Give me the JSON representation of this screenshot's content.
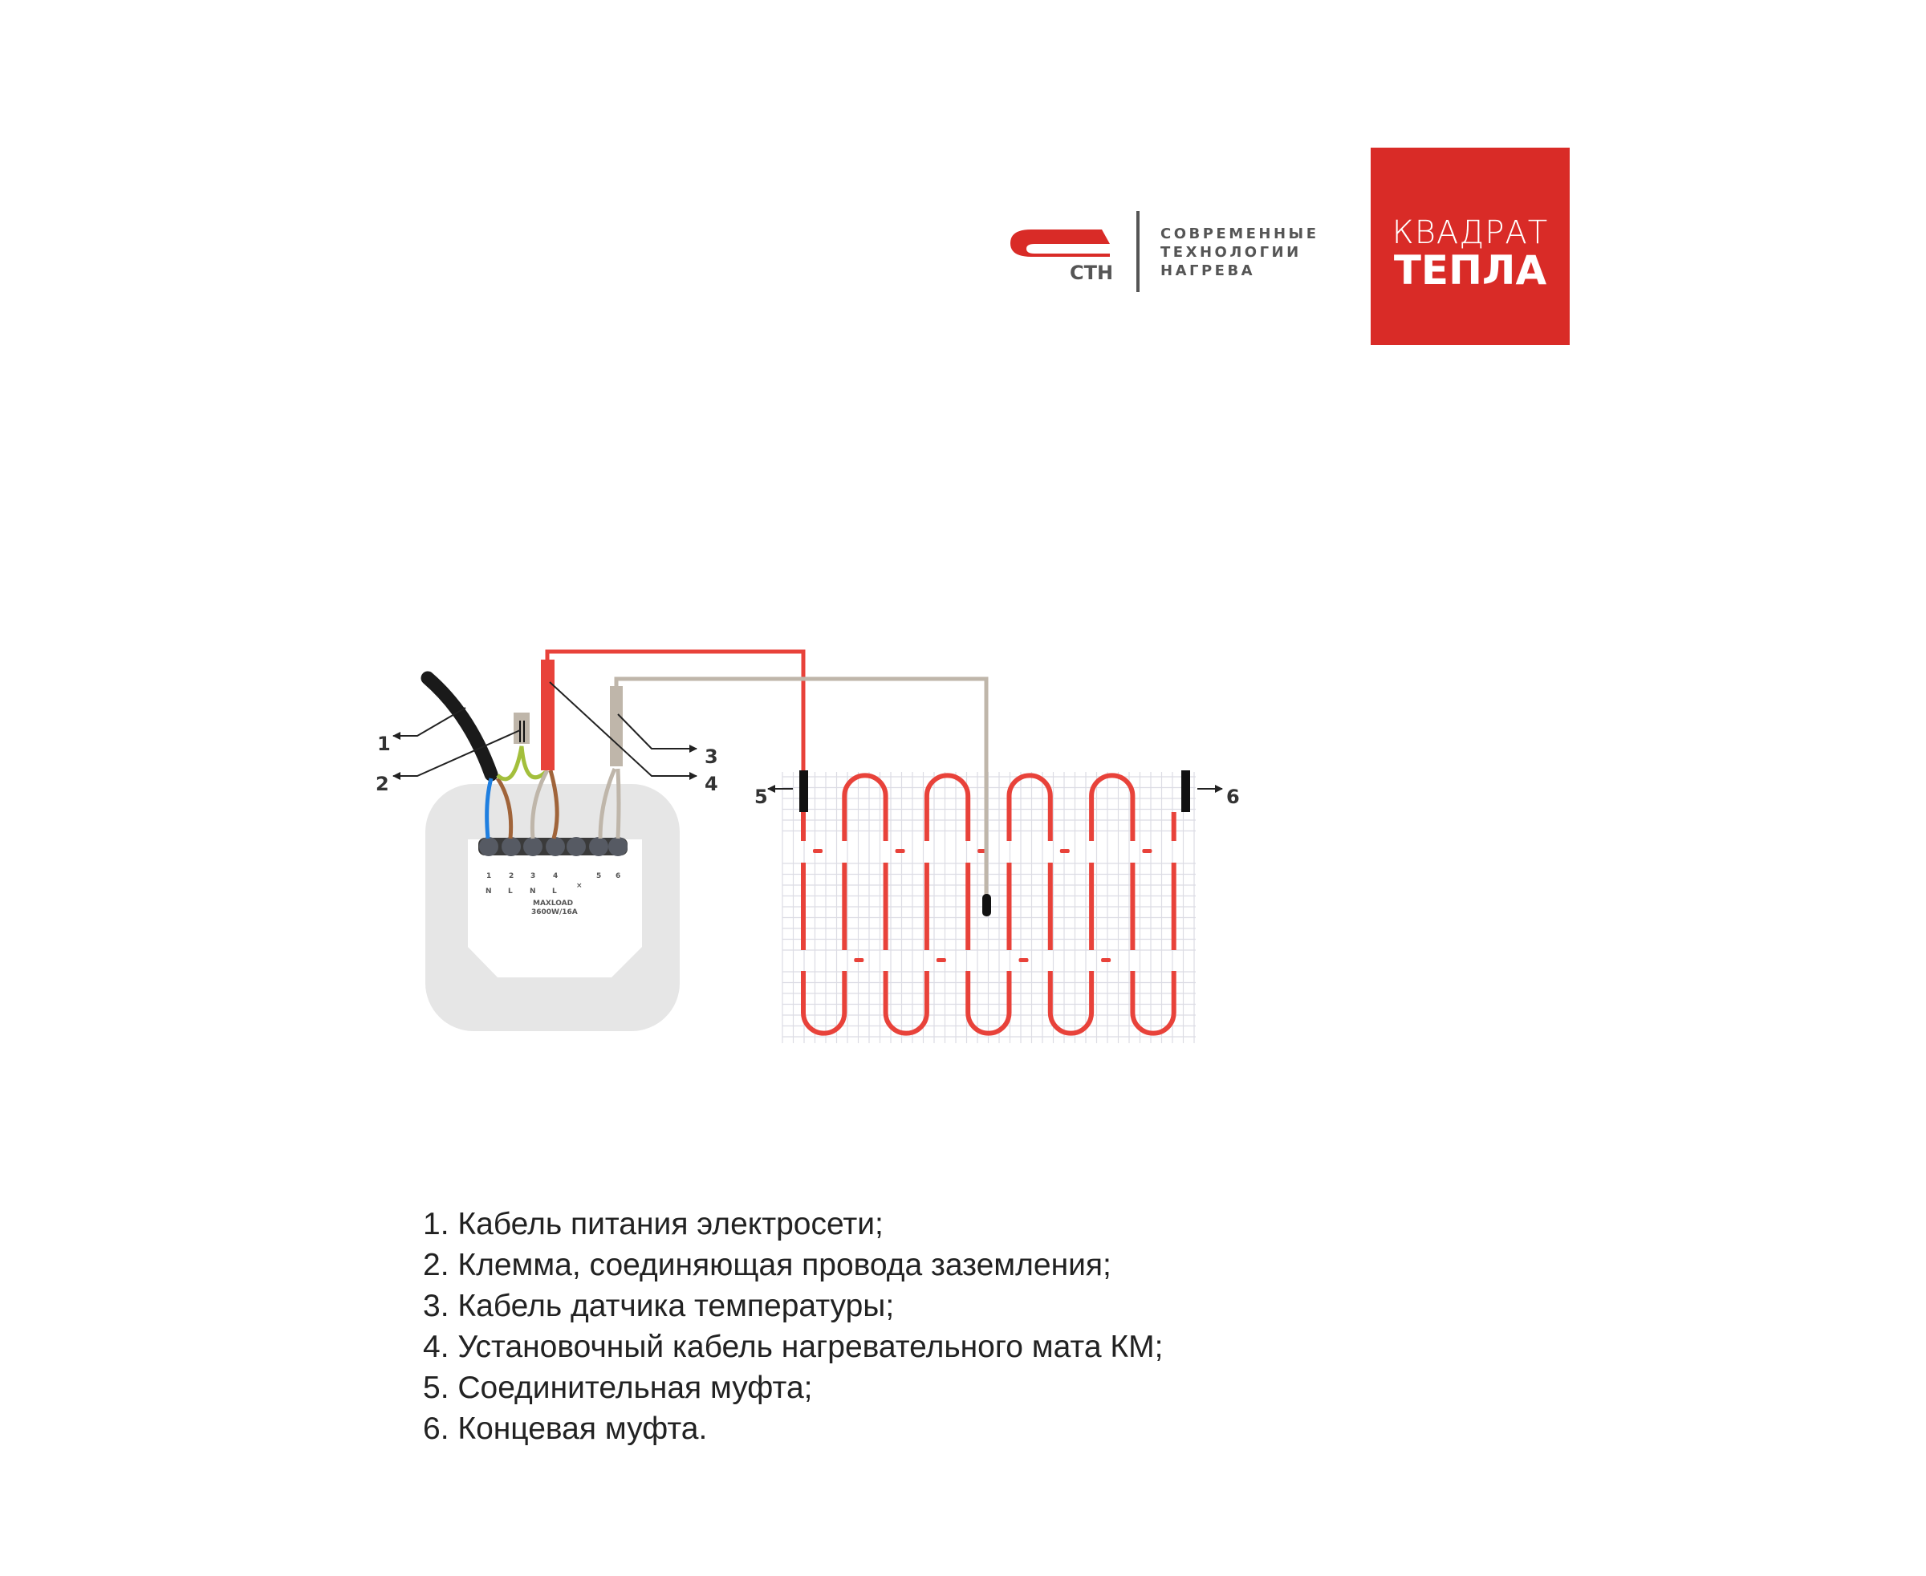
{
  "logos": {
    "sth": {
      "mark": "СТН",
      "lines": [
        "СОВРЕМЕННЫЕ",
        "ТЕХНОЛОГИИ",
        "НАГРЕВА"
      ]
    },
    "kvadrat": {
      "line1": "КВАДРАТ",
      "line2": "ТЕПЛА",
      "color": "#d92b27"
    }
  },
  "diagram": {
    "callouts": [
      "1",
      "2",
      "3",
      "4",
      "5",
      "6"
    ],
    "terminals": {
      "numbers": [
        "1",
        "2",
        "3",
        "4",
        "5",
        "6"
      ],
      "letters": [
        "N",
        "L",
        "N",
        "L"
      ],
      "maxload": "MAXLOAD",
      "rating": "3600W/16A"
    },
    "colors": {
      "heating": "#e8423a",
      "sensor": "#bfb6aa",
      "power": "#1a1a1a",
      "body": "#e6e6e6"
    }
  },
  "legend": [
    "1. Кабель питания электросети;",
    "2. Клемма, соединяющая провода заземления;",
    "3. Кабель датчика температуры;",
    "4. Установочный кабель нагревательного мата КМ;",
    "5. Соединительная муфта;",
    "6. Концевая муфта."
  ]
}
